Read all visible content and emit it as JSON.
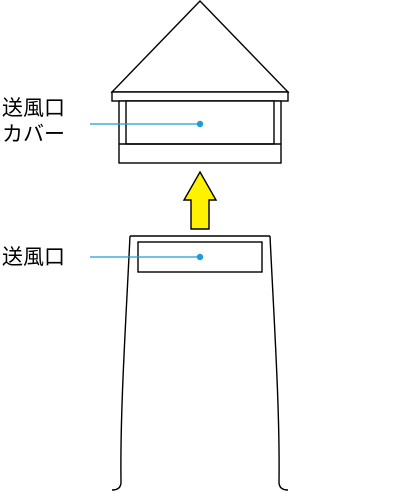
{
  "labels": {
    "cover_line1": "送風口",
    "cover_line2": "カバー",
    "vent": "送風口"
  },
  "colors": {
    "outline": "#000000",
    "leader": "#1a9fd6",
    "arrow_fill": "#fff200",
    "background": "#ffffff"
  }
}
